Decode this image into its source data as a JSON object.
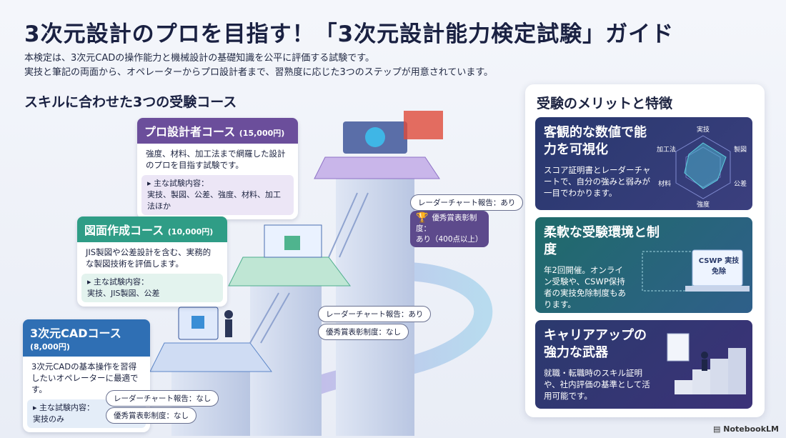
{
  "header": {
    "title": "3次元設計のプロを目指す！「3次元設計能力検定試験」ガイド",
    "intro_line1": "本検定は、3次元CADの操作能力と機械設計の基礎知識を公平に評価する試験です。",
    "intro_line2": "実技と筆記の両面から、オペレーターからプロ設計者まで、習熟度に応じた3つのステップが用意されています。"
  },
  "courses_section_title": "スキルに合わせた3つの受験コース",
  "courses": {
    "pro": {
      "name": "プロ設計者コース",
      "price": "(15,000円)",
      "desc": "強度、材料、加工法まで網羅した設計のプロを目指す試験です。",
      "content_label": "主な試験内容：",
      "content": "実技、製図、公差、強度、材料、加工法ほか",
      "radar": "レーダーチャート報告：あり",
      "award_label": "優秀賞表彰制度：",
      "award_value": "あり（400点以上）",
      "color": "#6b4e9b"
    },
    "drawing": {
      "name": "図面作成コース",
      "price": "(10,000円)",
      "desc": "JIS製図や公差設計を含む、実務的な製図技術を評価します。",
      "content_label": "主な試験内容：",
      "content": "実技、JIS製図、公差",
      "radar": "レーダーチャート報告：あり",
      "award": "優秀賞表彰制度：なし",
      "color": "#2f9d86"
    },
    "cad": {
      "name": "3次元CADコース",
      "price": "(8,000円)",
      "desc": "3次元CADの基本操作を習得したいオペレーターに最適です。",
      "content_label": "主な試験内容：",
      "content": "実技のみ",
      "radar": "レーダーチャート報告：なし",
      "award": "優秀賞表彰制度：なし",
      "color": "#2f6fb4"
    }
  },
  "merits": {
    "title": "受験のメリットと特徴",
    "items": [
      {
        "title": "客観的な数値で能力を可視化",
        "desc": "スコア証明書とレーダーチャートで、自分の強みと弱みが一目でわかります。",
        "radar_labels": [
          "実技",
          "製図",
          "公差",
          "強度",
          "材料",
          "加工法"
        ]
      },
      {
        "title": "柔軟な受験環境と制度",
        "desc": "年2回開催。オンライン受験や、CSWP保持者の実技免除制度もあります。",
        "badge": "CSWP 実技免除"
      },
      {
        "title": "キャリアアップの強力な武器",
        "desc": "就職・転職時のスキル証明や、社内評価の基準として活用可能です。"
      }
    ]
  },
  "footer": "NotebookLM"
}
